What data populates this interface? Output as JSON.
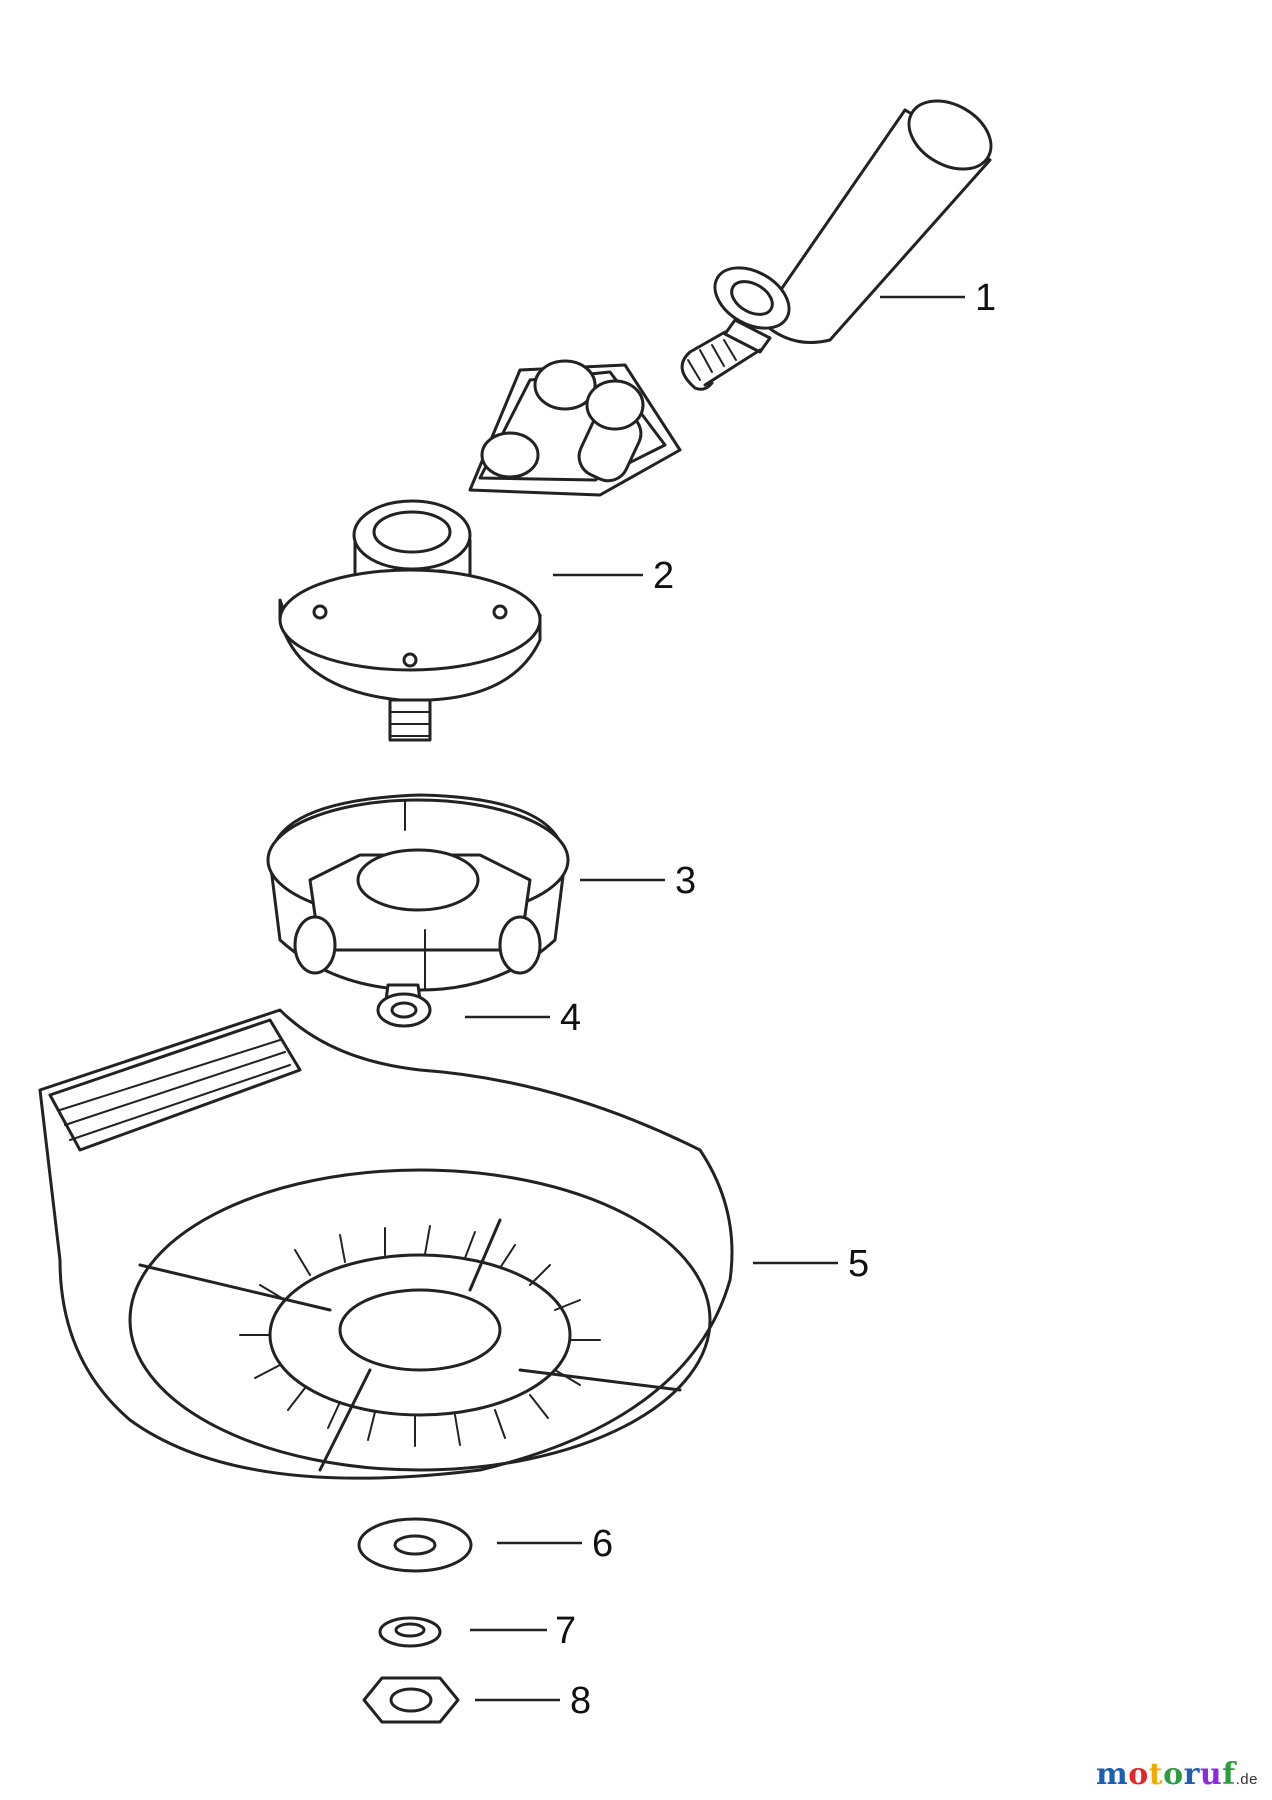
{
  "callouts": [
    {
      "number": "1",
      "part": "drive-shaft-tube"
    },
    {
      "number": "2",
      "part": "gear-head"
    },
    {
      "number": "3",
      "part": "holder-plate"
    },
    {
      "number": "4",
      "part": "fitting-bolt"
    },
    {
      "number": "5",
      "part": "guard"
    },
    {
      "number": "6",
      "part": "washer"
    },
    {
      "number": "7",
      "part": "spacer"
    },
    {
      "number": "8",
      "part": "nut"
    }
  ],
  "watermark": {
    "text": "motoruf",
    "suffix": ".de",
    "colors": [
      "#1e5fb4",
      "#e3262b",
      "#f2a900",
      "#2a9d3c",
      "#1e5fb4",
      "#8a2be2",
      "#2a9d3c"
    ]
  }
}
